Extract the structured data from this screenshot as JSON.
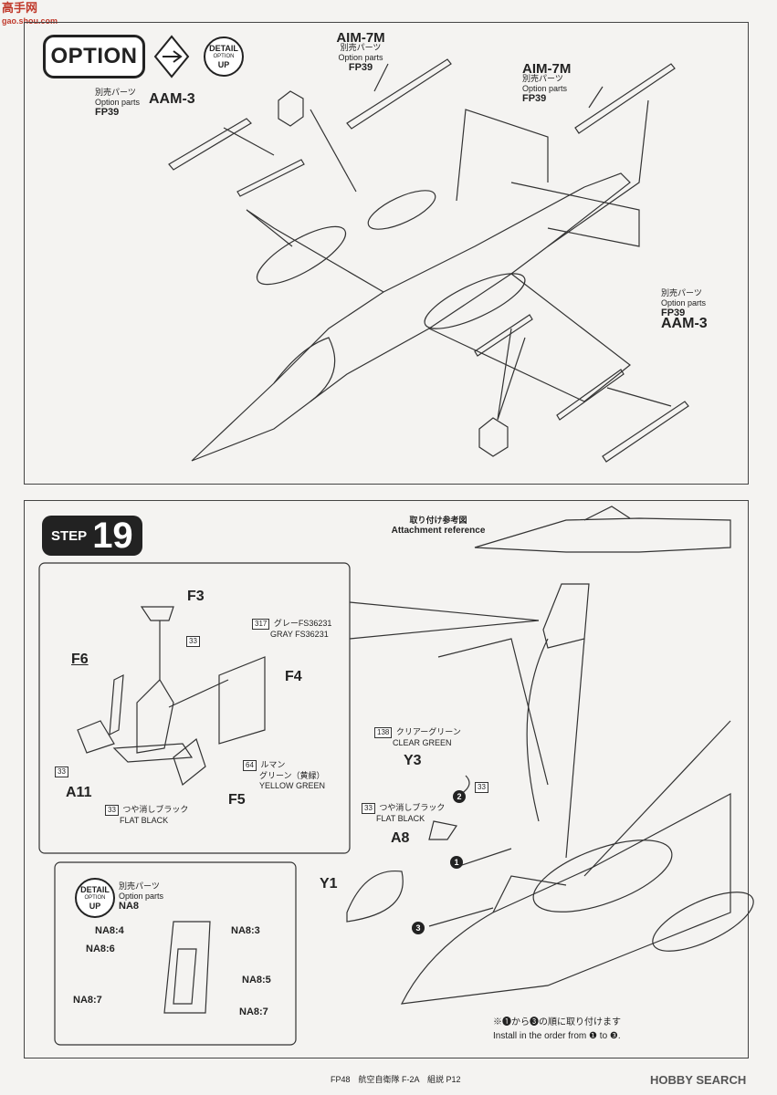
{
  "watermark": {
    "site_cn": "高手网",
    "site_url": "gao.shou.com"
  },
  "option": {
    "badge": "OPTION",
    "detail_badge": {
      "line1": "DETAIL",
      "line2": "OPTION",
      "line3": "UP"
    },
    "aim7m_left": {
      "name": "AIM-7M",
      "jp": "別売パーツ",
      "en": "Option parts",
      "code": "FP39"
    },
    "aim7m_right": {
      "name": "AIM-7M",
      "jp": "別売パーツ",
      "en": "Option parts",
      "code": "FP39"
    },
    "aam3_left": {
      "name": "AAM-3",
      "jp": "別売パーツ",
      "en": "Option parts",
      "code": "FP39"
    },
    "aam3_right": {
      "name": "AAM-3",
      "jp": "別売パーツ",
      "en": "Option parts",
      "code": "FP39"
    }
  },
  "step": {
    "label": "STEP",
    "number": "19",
    "attach_ref": {
      "jp": "取り付け参考図",
      "en": "Attachment reference"
    },
    "parts": {
      "f3": "F3",
      "f4": "F4",
      "f5": "F5",
      "f6": "F6",
      "a11": "A11",
      "a8": "A8",
      "y3": "Y3",
      "y1": "Y1"
    },
    "paints": {
      "gray": {
        "num": "317",
        "jp": "グレーFS36231",
        "en": "GRAY FS36231"
      },
      "yellow_green": {
        "num": "64",
        "jp1": "ルマン",
        "jp2": "グリーン（黄緑）",
        "en": "YELLOW GREEN"
      },
      "flat_black": {
        "num": "33",
        "jp": "つや消しブラック",
        "en": "FLAT BLACK"
      },
      "clear_green": {
        "num": "138",
        "jp": "クリアーグリーン",
        "en": "CLEAR GREEN"
      },
      "flat_black_a8": {
        "num": "33",
        "jp": "つや消しブラック",
        "en": "FLAT BLACK"
      }
    },
    "callouts": {
      "f3": "33",
      "f6": "33",
      "y3": "33"
    },
    "detail_box": {
      "badge": {
        "line1": "DETAIL",
        "line2": "OPTION",
        "line3": "UP"
      },
      "jp": "別売パーツ",
      "en": "Option parts",
      "code": "NA8",
      "labels": [
        "NA8:4",
        "NA8:3",
        "NA8:6",
        "NA8:5",
        "NA8:7",
        "NA8:7"
      ]
    },
    "order_note": {
      "jp": "※❶から❸の順に取り付けます",
      "en": "Install in the order from ❶ to ❸."
    },
    "markers": [
      "1",
      "2",
      "3"
    ]
  },
  "footer": {
    "left": "FP48　航空自衛隊 F-2A　組説 P12",
    "right": "HOBBY SEARCH"
  },
  "colors": {
    "ink": "#222222",
    "paper": "#f4f3f1",
    "watermark": "#c0392b"
  }
}
